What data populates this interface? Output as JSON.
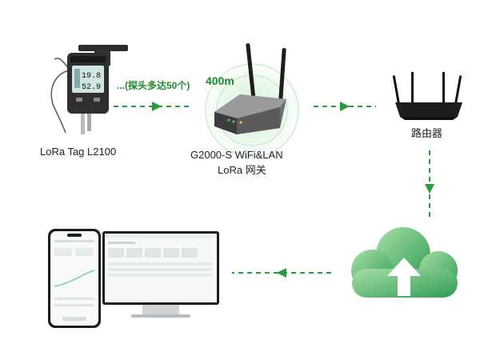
{
  "labels": {
    "tag": "LoRa Tag L2100",
    "gateway_line1": "G2000-S WiFi&LAN",
    "gateway_line2": "LoRa 网关",
    "router": "路由器",
    "range": "400m",
    "probes": "...(探头多达50个)"
  },
  "device": {
    "display_top": "19.8",
    "display_bottom": "52.9"
  },
  "colors": {
    "accent": "#1f8a2e",
    "arrow": "#2a9a3e",
    "cloud_light": "#8dd08f",
    "cloud_dark": "#3aa655"
  }
}
